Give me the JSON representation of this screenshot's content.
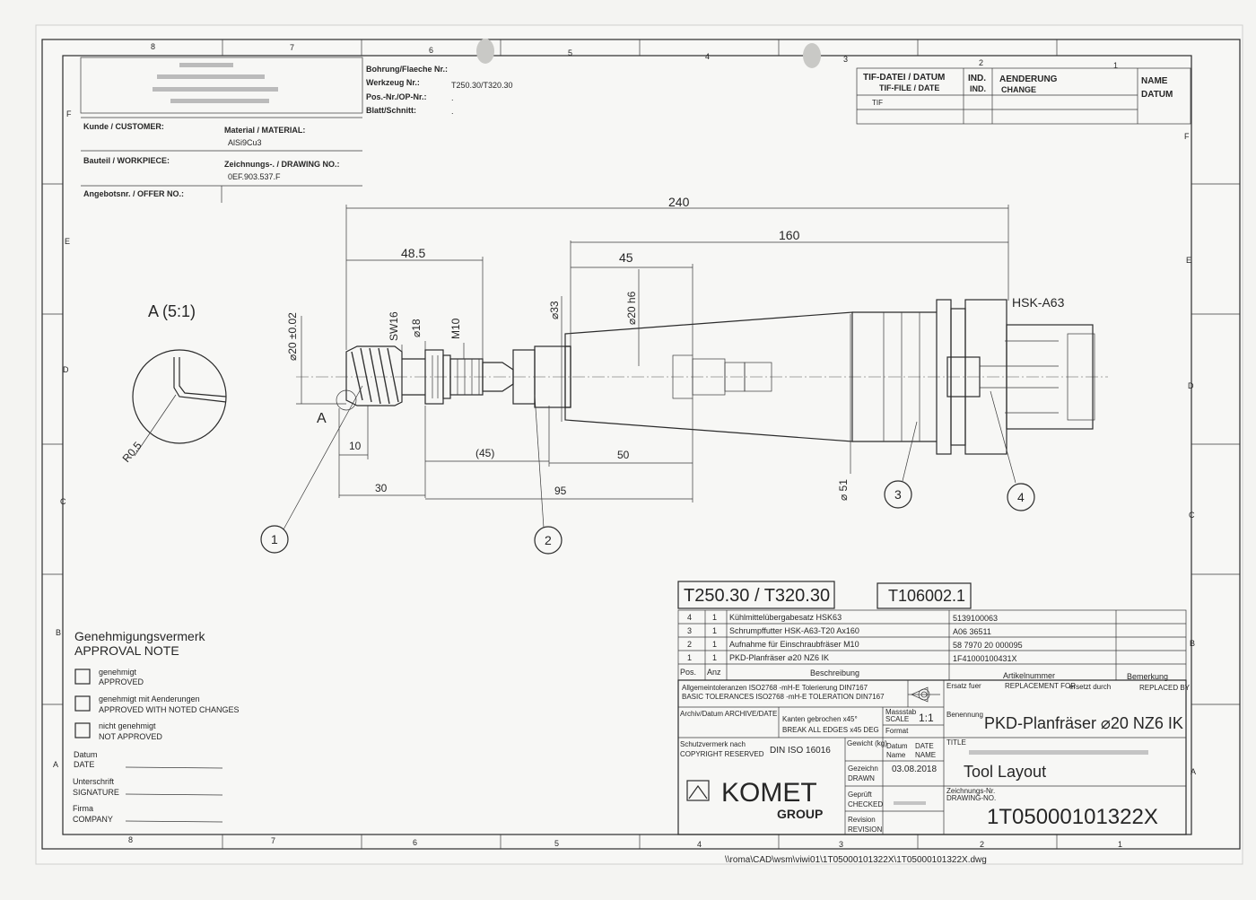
{
  "border": {
    "cols_top": [
      "8",
      "7",
      "6",
      "5",
      "4",
      "3",
      "2",
      "1"
    ],
    "cols_bottom": [
      "8",
      "7",
      "6",
      "5",
      "4",
      "3",
      "2",
      "1"
    ],
    "rows_left": [
      "F",
      "E",
      "D",
      "C",
      "B",
      "A"
    ],
    "rows_right": [
      "F",
      "E",
      "D",
      "C",
      "B",
      "A"
    ]
  },
  "header": {
    "bohrung_label": "Bohrung/Flaeche Nr.:",
    "werkzeug_label": "Werkzeug Nr.:",
    "werkzeug_value": "T250.30/T320.30",
    "pos_label": "Pos.-Nr./OP-Nr.:",
    "pos_value": ".",
    "blatt_label": "Blatt/Schnitt:",
    "blatt_value": ".",
    "kunde_label": "Kunde / CUSTOMER:",
    "material_label": "Material / MATERIAL:",
    "material_value": "AlSi9Cu3",
    "bauteil_label": "Bauteil / WORKPIECE:",
    "zeichnung_label": "Zeichnungs-. / DRAWING NO.:",
    "zeichnung_value": "0EF.903.537.F",
    "angebot_label": "Angebotsnr. / OFFER NO.:"
  },
  "revision_table": {
    "tif_label": "TIF-DATEI / DATUM",
    "tif_label_en": "TIF-FILE / DATE",
    "ind_label": "IND.",
    "ind_label_en": "IND.",
    "aenderung_label": "AENDERUNG",
    "aenderung_label_en": "CHANGE",
    "name_label": "NAME",
    "datum_label": "DATUM",
    "tif_value": "TIF"
  },
  "drawing": {
    "detail_label": "A (5:1)",
    "radius_label": "R0.5",
    "section_label": "A",
    "dims": {
      "d240": "240",
      "d160": "160",
      "d48_5": "48.5",
      "d45": "45",
      "d10": "10",
      "d45p": "(45)",
      "d50": "50",
      "d30": "30",
      "d95": "95",
      "dia20tol": "⌀20 ±0.02",
      "sw16": "SW16",
      "dia18": "⌀18",
      "m10": "M10",
      "dia33": "⌀33",
      "dia20h6": "⌀20 h6",
      "dia51": "⌀ 51",
      "hsk": "HSK-A63"
    },
    "callouts": [
      "1",
      "2",
      "3",
      "4"
    ]
  },
  "approval": {
    "title_de": "Genehmigungsvermerk",
    "title_en": "APPROVAL NOTE",
    "opt1_de": "genehmigt",
    "opt1_en": "APPROVED",
    "opt2_de": "genehmigt mit Aenderungen",
    "opt2_en": "APPROVED WITH NOTED CHANGES",
    "opt3_de": "nicht genehmigt",
    "opt3_en": "NOT APPROVED",
    "datum_de": "Datum",
    "datum_en": "DATE",
    "unterschrift_de": "Unterschrift",
    "unterschrift_en": "SIGNATURE",
    "firma_de": "Firma",
    "firma_en": "COMPANY"
  },
  "title_block": {
    "tool_ids": "T250.30 / T320.30",
    "tool_number": "T106002.1",
    "parts": [
      {
        "pos": "4",
        "anz": "1",
        "desc": "Kühlmittelübergabesatz HSK63",
        "art": "5139100063"
      },
      {
        "pos": "3",
        "anz": "1",
        "desc": "Schrumpffutter HSK-A63-T20 Ax160",
        "art": "A06 36511"
      },
      {
        "pos": "2",
        "anz": "1",
        "desc": "Aufnahme für Einschraubfräser M10",
        "art": "58 7970 20 000095"
      },
      {
        "pos": "1",
        "anz": "1",
        "desc": "PKD-Planfräser ⌀20 NZ6 IK",
        "art": "1F41000100431X"
      }
    ],
    "col_pos": "Pos.",
    "col_anz": "Anz",
    "col_desc": "Beschreibung",
    "col_art": "Artikelnummer",
    "col_bem": "Bemerkung",
    "tol_line1": "Allgemeintoleranzen ISO2768 -mH-E  Tolerierung DIN7167",
    "tol_line2": "BASIC TOLERANCES ISO2768 -mH-E  TOLERATION DIN7167",
    "ersatz_fuer": "Ersatz fuer",
    "replacement_for": "REPLACEMENT FOR",
    "ersetzt_durch": "ersetzt durch",
    "replaced_by": "REPLACED BY",
    "archiv": "Archiv/Datum  ARCHIVE/DATE",
    "kanten_de": "Kanten gebrochen  x45°",
    "kanten_en": "BREAK ALL EDGES  x45 DEG",
    "massstab_de": "Massstab",
    "massstab_en": "SCALE",
    "scale_value": "1:1",
    "format_label": "Format",
    "benennung_label": "Benennung",
    "title_label": "TITLE",
    "tool_name": "PKD-Planfräser ⌀20 NZ6 IK",
    "tool_layout": "Tool Layout",
    "schutz_de": "Schutzvermerk nach",
    "schutz_en": "COPYRIGHT RESERVED",
    "din": "DIN ISO 16016",
    "gewicht": "Gewicht (kg)",
    "datum_de": "Datum",
    "datum_en": "DATE",
    "name_de": "Name",
    "name_en": "NAME",
    "gezeichnet_de": "Gezeichn",
    "gezeichnet_en": "DRAWN",
    "drawn_date": "03.08.2018",
    "geprueft_de": "Geprüft",
    "geprueft_en": "CHECKED",
    "revision_de": "Revision",
    "revision_en": "REVISION",
    "drawing_no_label_de": "Zeichnungs-Nr.",
    "drawing_no_label_en": "DRAWING-NO.",
    "drawing_no": "1T05000101322X",
    "logo": "KOMET",
    "logo_group": "GROUP",
    "file_path": "\\\\roma\\CAD\\wsm\\viwi01\\1T05000101322X\\1T05000101322X.dwg"
  }
}
